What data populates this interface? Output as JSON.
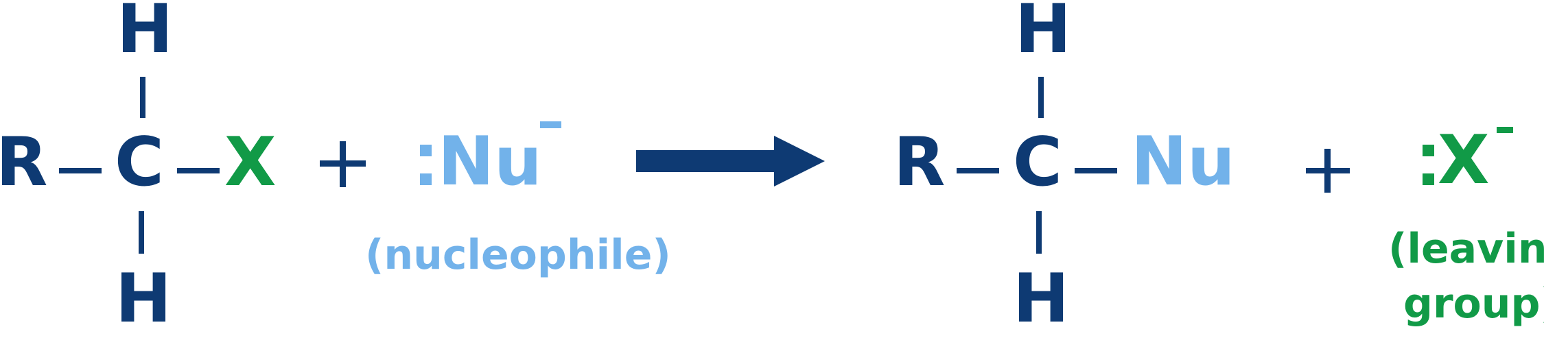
{
  "colors": {
    "main": "#0e3a73",
    "nucleophile": "#72b2ea",
    "leaving_group": "#119a47"
  },
  "reactant": {
    "r_group": "R",
    "carbon": "C",
    "hydrogen_top": "H",
    "hydrogen_bottom": "H",
    "halogen": "X"
  },
  "plus_1": "+",
  "nucleophile": {
    "symbol": "Nu",
    "charge": "-",
    "caption": "(nucleophile)"
  },
  "arrow_icon": "reaction-arrow-icon",
  "product": {
    "r_group": "R",
    "carbon": "C",
    "hydrogen_top": "H",
    "hydrogen_bottom": "H",
    "nucleophile": "Nu"
  },
  "plus_2": "+",
  "leaving_group": {
    "symbol": "X",
    "charge": "-",
    "caption_line1": "(leaving",
    "caption_line2": "group)"
  }
}
